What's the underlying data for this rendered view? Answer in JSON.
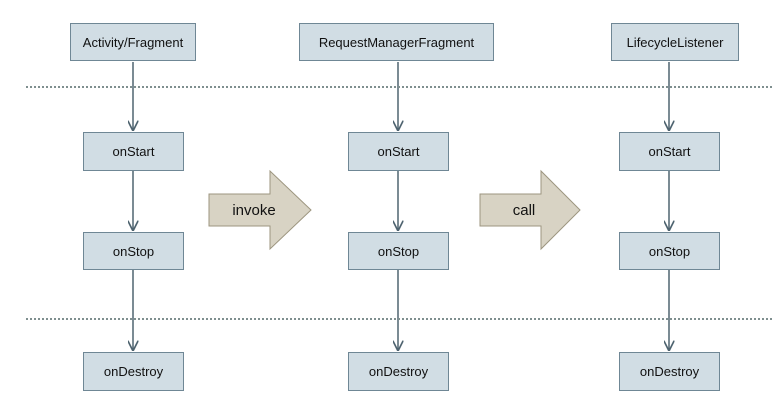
{
  "columns": [
    {
      "header": "Activity/Fragment",
      "start": "onStart",
      "stop": "onStop",
      "destroy": "onDestroy"
    },
    {
      "header": "RequestManagerFragment",
      "start": "onStart",
      "stop": "onStop",
      "destroy": "onDestroy"
    },
    {
      "header": "LifecycleListener",
      "start": "onStart",
      "stop": "onStop",
      "destroy": "onDestroy"
    }
  ],
  "transitions": [
    {
      "label": "invoke"
    },
    {
      "label": "call"
    }
  ],
  "colors": {
    "box_fill": "#d1dde4",
    "box_border": "#6f8795",
    "arrow_fill": "#d8d3c4",
    "arrow_stroke": "#9c957f",
    "connector": "#4f6470",
    "divider": "#7f8f8f"
  }
}
